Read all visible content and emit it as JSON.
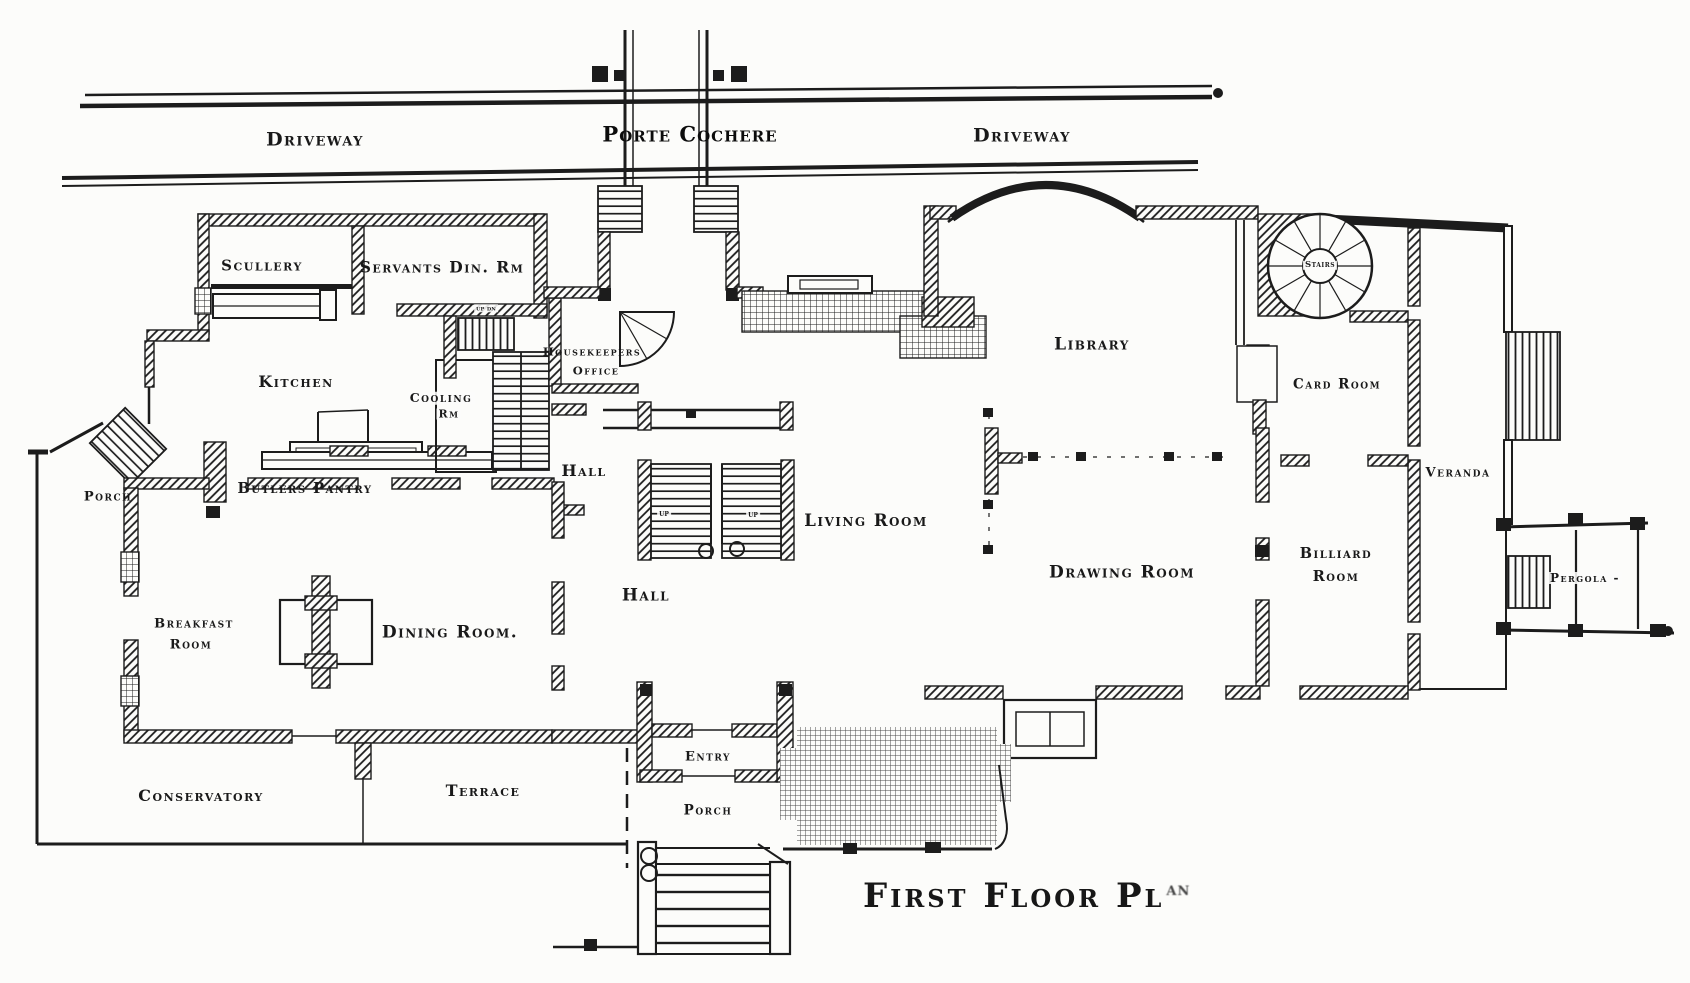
{
  "site": {
    "driveway_left": "Driveway",
    "porte_cochere": "Porte Cochere",
    "driveway_right": "Driveway",
    "porch_west": "Porch",
    "porch_south": "Porch",
    "conservatory": "Conservatory",
    "terrace": "Terrace",
    "veranda": "Veranda",
    "pergola": "Pergola -"
  },
  "rooms": {
    "scullery": "Scullery",
    "servants_dining": "Servants Din. Rm",
    "kitchen": "Kitchen",
    "cooling_line1": "Cooling",
    "cooling_line2": "Rm",
    "housekeeper_line1": "Housekeepers",
    "housekeeper_line2": "Office",
    "hall_upper": "Hall",
    "butlers_pantry": "Butlers Pantry",
    "breakfast_line1": "Breakfast",
    "breakfast_line2": "Room",
    "dining_room": "Dining Room.",
    "hall_lower": "Hall",
    "living_room": "Living Room",
    "entry": "Entry",
    "library": "Library",
    "drawing_room": "Drawing Room",
    "card_room": "Card Room",
    "billiard_line1": "Billiard",
    "billiard_line2": "Room"
  },
  "stairs": {
    "spiral": "Stairs",
    "main_up_left": "up",
    "main_up_right": "up",
    "back_stairs": "up dn"
  },
  "caption": {
    "title": "First Floor Pl",
    "suffix": "an"
  }
}
